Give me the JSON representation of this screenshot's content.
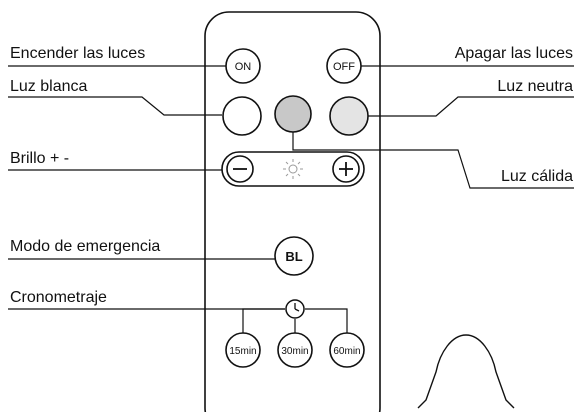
{
  "labels": {
    "encender": "Encender las luces",
    "apagar": "Apagar las luces",
    "luz_blanca": "Luz blanca",
    "luz_neutra": "Luz neutra",
    "luz_calida": "Luz cálida",
    "brillo": "Brillo + -",
    "modo_emergencia": "Modo de emergencia",
    "cronometraje": "Cronometraje"
  },
  "buttons": {
    "on": "ON",
    "off": "OFF",
    "bl": "BL",
    "t15": "15min",
    "t30": "30min",
    "t60": "60min"
  },
  "icons": {
    "brightness_minus": "minus-icon",
    "brightness_sun": "sun-icon",
    "brightness_plus": "plus-icon",
    "timer_clock": "clock-icon",
    "bulb_outline": "bulb-icon"
  },
  "colors": {
    "white_light": "#ffffff",
    "warm_light": "#c8c8c8",
    "neutral_light": "#e4e4e4",
    "line": "#111111"
  }
}
